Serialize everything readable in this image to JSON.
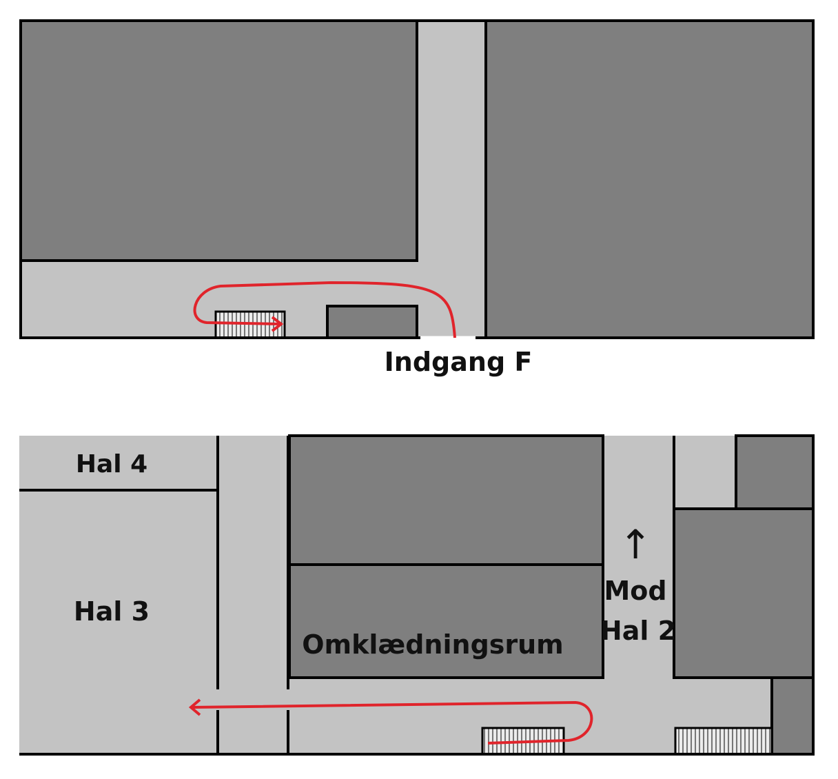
{
  "colors": {
    "background": "#ffffff",
    "corridor": "#c3c3c3",
    "room_dark": "#7f7f7f",
    "wall": "#000000",
    "route": "#e0242b"
  },
  "top_map": {
    "entrance_label": "Indgang F"
  },
  "bottom_map": {
    "hall_4_label": "Hal 4",
    "hall_3_label": "Hal 3",
    "changing_room_label": "Omklædningsrum",
    "direction_arrow": "↑",
    "towards_label_line1": "Mod",
    "towards_label_line2": "Hal 2"
  }
}
